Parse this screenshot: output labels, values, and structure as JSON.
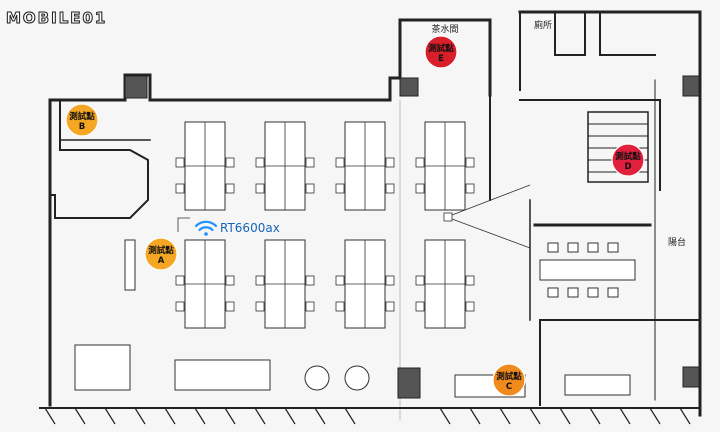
{
  "watermark": {
    "text": "MOBILE01"
  },
  "rooms": {
    "tea_room": "茶水間",
    "restroom": "廁所",
    "balcony": "陽台"
  },
  "router": {
    "label": "RT6600ax",
    "icon": "wifi-icon",
    "color": "#1e90ff"
  },
  "test_points": [
    {
      "title": "測試點",
      "letter": "A",
      "color": "#f5a623"
    },
    {
      "title": "測試點",
      "letter": "B",
      "color": "#f5a623"
    },
    {
      "title": "測試點",
      "letter": "C",
      "color": "#f08a1c"
    },
    {
      "title": "測試點",
      "letter": "D",
      "color": "#e0203c"
    },
    {
      "title": "測試點",
      "letter": "E",
      "color": "#d81f2a"
    }
  ]
}
